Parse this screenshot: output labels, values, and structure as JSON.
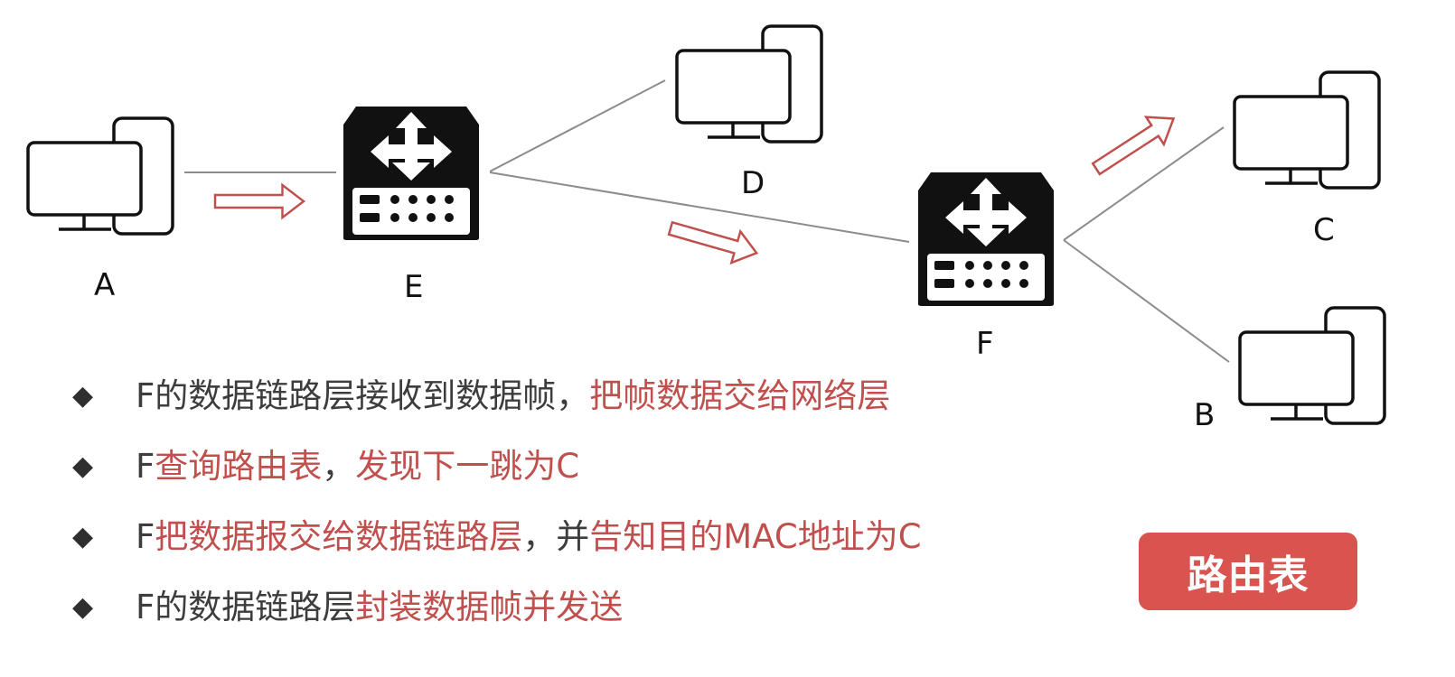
{
  "nodes": {
    "A": "A",
    "E": "E",
    "D": "D",
    "F": "F",
    "C": "C",
    "B": "B"
  },
  "bullets": [
    {
      "segments": [
        {
          "text": "F的数据链路层接收到数据帧，",
          "color": "#3d3d3d"
        },
        {
          "text": "把帧数据交给网络层",
          "color": "#c0504d"
        }
      ]
    },
    {
      "segments": [
        {
          "text": "F",
          "color": "#3d3d3d"
        },
        {
          "text": "查询路由表",
          "color": "#c0504d"
        },
        {
          "text": "，",
          "color": "#3d3d3d"
        },
        {
          "text": "发现下一跳为C",
          "color": "#c0504d"
        }
      ]
    },
    {
      "segments": [
        {
          "text": "F",
          "color": "#3d3d3d"
        },
        {
          "text": "把数据报交给数据链路层",
          "color": "#c0504d"
        },
        {
          "text": "，并",
          "color": "#3d3d3d"
        },
        {
          "text": "告知目的MAC地址为C",
          "color": "#c0504d"
        }
      ]
    },
    {
      "segments": [
        {
          "text": "F的数据链路层",
          "color": "#3d3d3d"
        },
        {
          "text": "封装数据帧并发送",
          "color": "#c0504d"
        }
      ]
    }
  ],
  "routing_table_button": "路由表",
  "colors": {
    "accent_red": "#c0504d",
    "button_red": "#d9534f",
    "link_gray": "#8c8c8c",
    "text_dark": "#3d3d3d"
  }
}
